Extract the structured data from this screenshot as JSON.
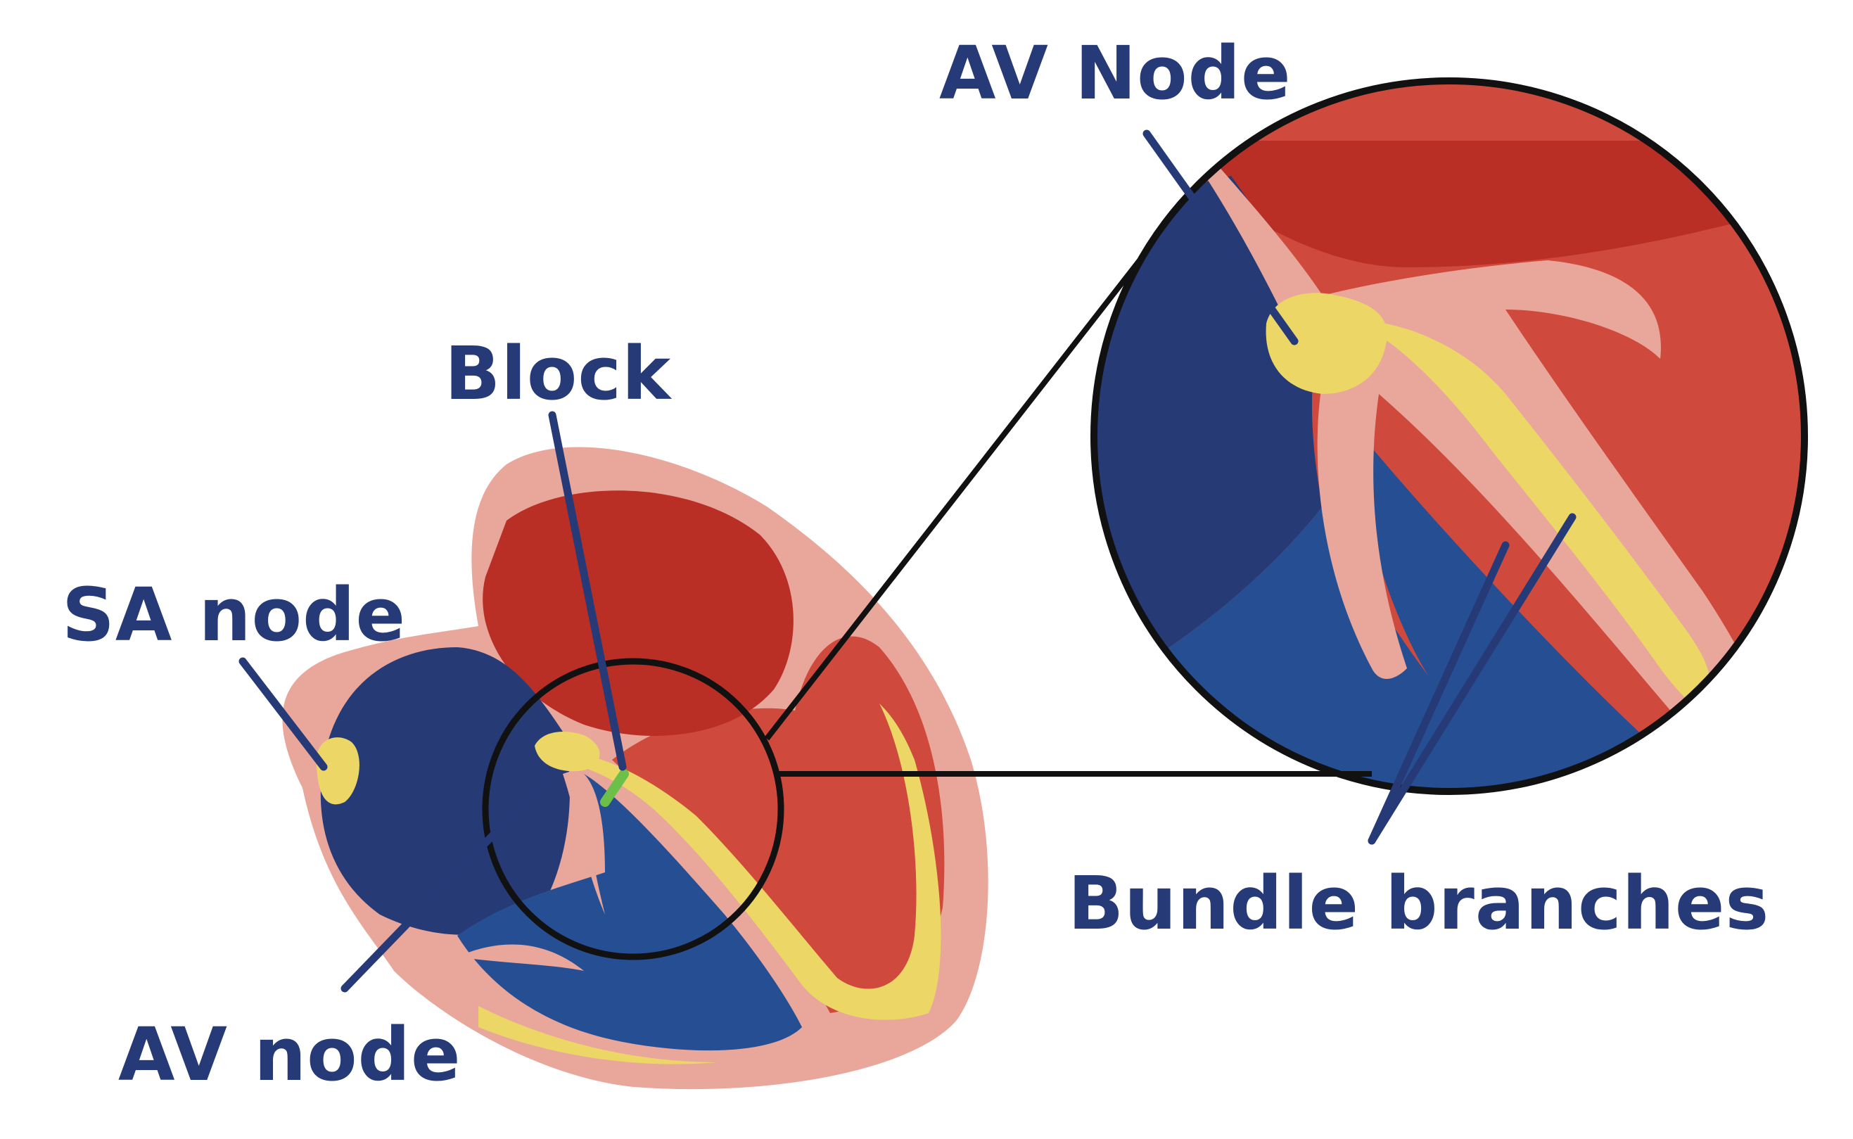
{
  "labels": {
    "sa_node": "SA node",
    "block": "Block",
    "av_node_small": "AV node",
    "av_node_zoom": "AV Node",
    "bundle_branches": "Bundle branches"
  },
  "colors": {
    "label_text": "#263a78",
    "pointer_line": "#263a78",
    "atrium_left_red": "#b92f26",
    "ventricle_red": "#cf4a3d",
    "right_atrium_blue": "#263a75",
    "right_ventricle_blue": "#264f93",
    "myocardium_pink": "#e9a79c",
    "conduction_yellow": "#ecd766",
    "block_green": "#6cc04a",
    "outline": "#111111"
  }
}
